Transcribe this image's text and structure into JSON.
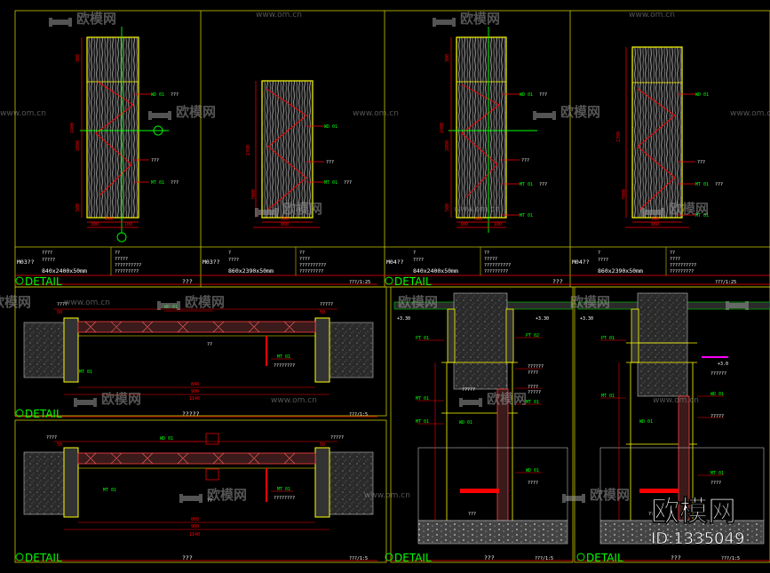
{
  "colors": {
    "frame": "#ffff00",
    "dim": "#ff0000",
    "axis": "#00ff00",
    "tag": "#00ff00",
    "text": "#ffffff",
    "panel": "#ffff00",
    "watermark": "#9a9a9a"
  },
  "watermark": {
    "brand": "欧模网",
    "url": "www.om.cn",
    "icon": "sofa-logo-icon"
  },
  "branding": {
    "logo": "欧模网",
    "id": "ID:1335049"
  },
  "elevations": [
    {
      "code": "M03??",
      "spec_left": [
        "????",
        "?????",
        "840x2400x50mm"
      ],
      "spec_right": [
        "??",
        "?????",
        "??????????",
        "?????????"
      ],
      "dims_h": [
        "400",
        "300",
        "100"
      ],
      "dims_v": [
        "300",
        "2400",
        "2000",
        "500"
      ],
      "tags": [
        "WD 01",
        "MT 01"
      ],
      "notes": [
        "???",
        "???",
        "???"
      ]
    },
    {
      "code": "M03??",
      "spec_left": [
        "?",
        "????",
        "860x2390x50mm"
      ],
      "spec_right": [
        "??",
        "????",
        "??????????",
        "?????????"
      ],
      "dims_h": [
        "560",
        "860"
      ],
      "dims_v": [
        "2390",
        "?000"
      ],
      "tags": [
        "WD 01",
        "MT 01"
      ],
      "notes": [
        "???",
        "???"
      ]
    },
    {
      "code": "M04??",
      "spec_left": [
        "?",
        "????",
        "840x2400x50mm"
      ],
      "spec_right": [
        "??",
        "?????",
        "??????????",
        "?????????"
      ],
      "dims_h": [
        "400",
        "300",
        "100"
      ],
      "dims_v": [
        "300",
        "2400",
        "2000",
        "500"
      ],
      "tags": [
        "WD 01",
        "MT 01",
        "MT 01"
      ],
      "notes": [
        "???",
        "???",
        "???"
      ]
    },
    {
      "code": "M04??",
      "spec_left": [
        "?",
        "????",
        "860x2390x50mm"
      ],
      "spec_right": [
        "??",
        "????",
        "??????????",
        "?????????"
      ],
      "dims_h": [
        "560",
        "860"
      ],
      "dims_v": [
        "2390",
        "?000"
      ],
      "tags": [
        "WD 01",
        "MT 01",
        "MT 01"
      ],
      "notes": [
        "???",
        "???"
      ]
    }
  ],
  "detail_bars": [
    {
      "label": "DETAIL",
      "center": "???",
      "right": "???/1:25"
    },
    {
      "label": "DETAIL",
      "center": "???",
      "right": "???/1:25"
    },
    {
      "label": "DETAIL",
      "center": "?????",
      "right": "???/1:5"
    },
    {
      "label": "DETAIL",
      "center": "???",
      "right": "???/1:5"
    },
    {
      "label": "DETAIL",
      "center": "???",
      "right": "???/1:5"
    },
    {
      "label": "DETAIL",
      "center": "???",
      "right": "???/1:5"
    }
  ],
  "plan_details": [
    {
      "tags": [
        "WD 01",
        "MT 01",
        "MT 01"
      ],
      "notes": [
        "????",
        "??",
        "????????",
        "?????"
      ],
      "dims": [
        "50",
        "840",
        "900",
        "1140",
        "50"
      ]
    },
    {
      "tags": [
        "WD 01",
        "MT 01",
        "MT 01"
      ],
      "notes": [
        "????",
        "??",
        "????????",
        "?????"
      ],
      "dims": [
        "50",
        "860",
        "900",
        "1140",
        "50"
      ]
    }
  ],
  "section_details": [
    {
      "tags": [
        "PT 01",
        "MT 01",
        "PT 02",
        "WD 01",
        "MT 01",
        "WD 01",
        "MT 01"
      ],
      "levels": [
        "+3.30",
        "+3.30"
      ],
      "notes": [
        "??????",
        "????",
        "????",
        "?????",
        "?????",
        "????",
        "???"
      ]
    },
    {
      "tags": [
        "PT 01",
        "MT 01",
        "WD 01",
        "WD 01",
        "MT 01"
      ],
      "levels": [
        "+3.30",
        "+3.0"
      ],
      "notes": [
        "??????",
        "?????",
        "????",
        "???"
      ]
    }
  ]
}
